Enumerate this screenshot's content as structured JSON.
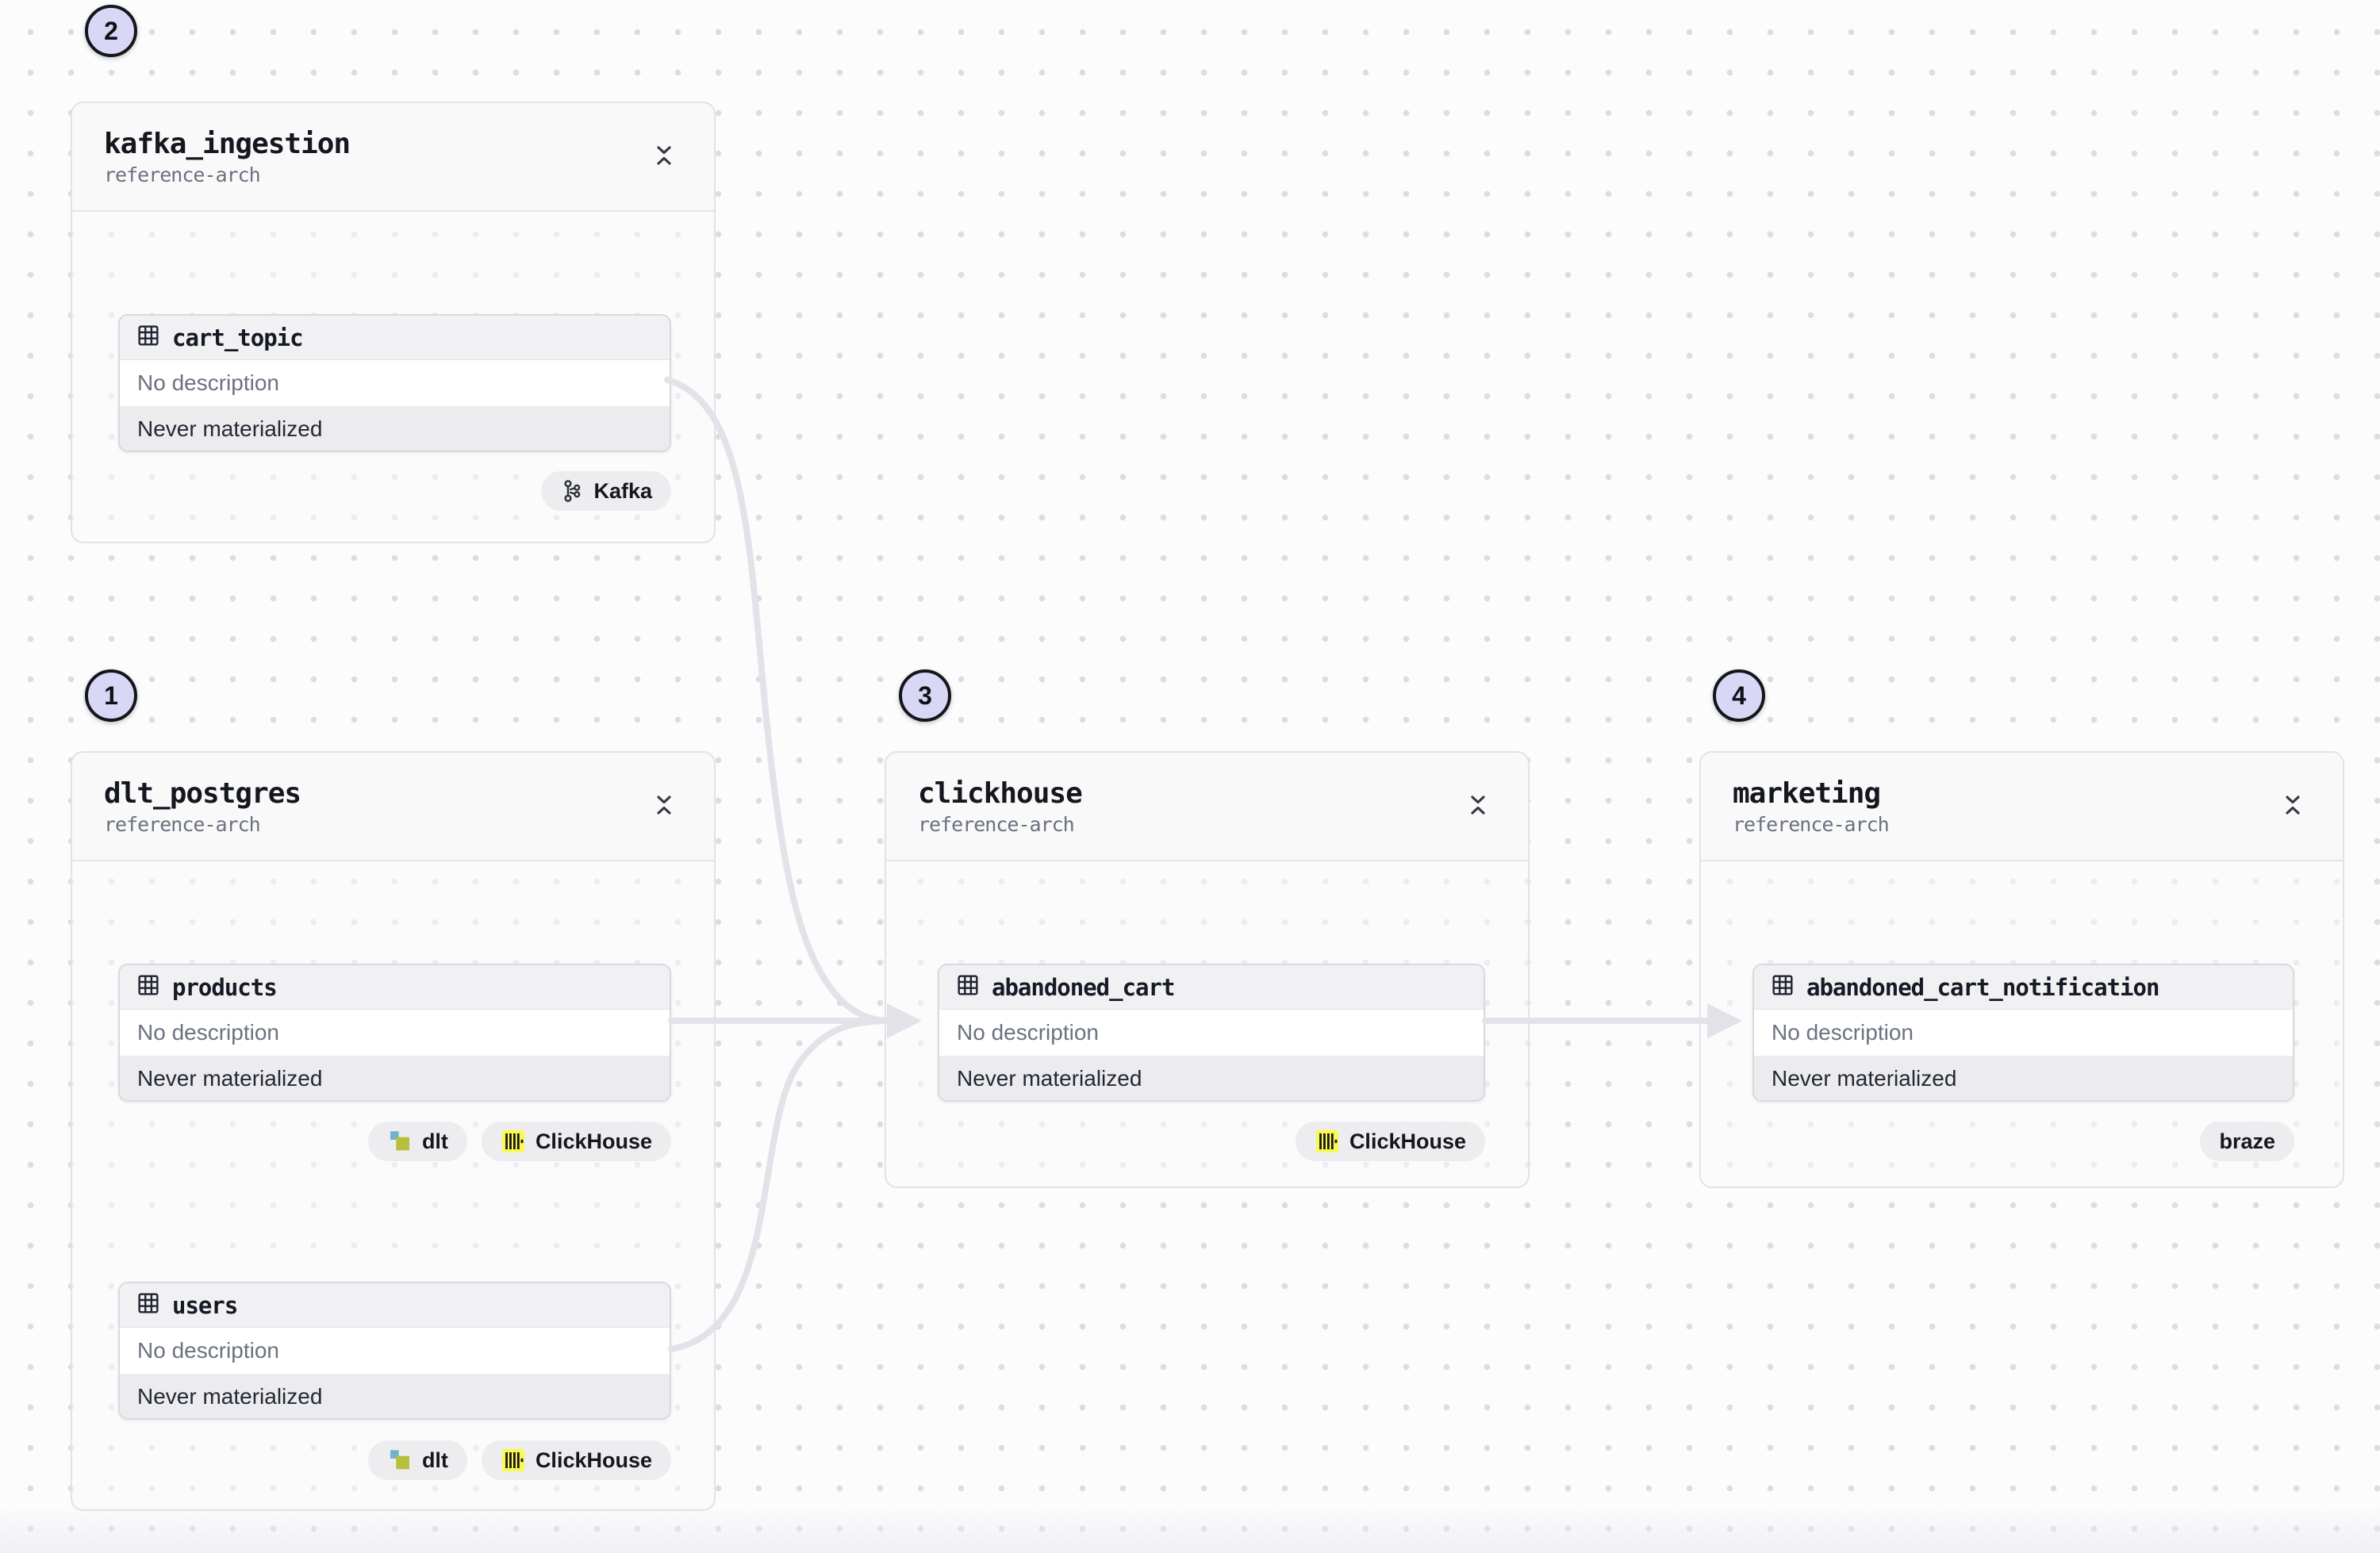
{
  "canvas": {
    "description": "asset lineage graph canvas",
    "background_dot_color": "#dcdce4",
    "edge_color": "#e2e2e9",
    "step_badge_color": "#d8d8f6"
  },
  "groups": [
    {
      "badge_number": "2",
      "title": "kafka_ingestion",
      "subtitle": "reference-arch",
      "collapse_icon": "collapse-vertical-icon",
      "assets": [
        {
          "name": "cart_topic",
          "icon": "table-icon",
          "description": "No description",
          "status": "Never materialized",
          "tags": [
            {
              "label": "Kafka",
              "icon": "kafka-icon"
            }
          ]
        }
      ]
    },
    {
      "badge_number": "1",
      "title": "dlt_postgres",
      "subtitle": "reference-arch",
      "collapse_icon": "collapse-vertical-icon",
      "assets": [
        {
          "name": "products",
          "icon": "table-icon",
          "description": "No description",
          "status": "Never materialized",
          "tags": [
            {
              "label": "dlt",
              "icon": "dlt-icon"
            },
            {
              "label": "ClickHouse",
              "icon": "clickhouse-icon"
            }
          ]
        },
        {
          "name": "users",
          "icon": "table-icon",
          "description": "No description",
          "status": "Never materialized",
          "tags": [
            {
              "label": "dlt",
              "icon": "dlt-icon"
            },
            {
              "label": "ClickHouse",
              "icon": "clickhouse-icon"
            }
          ]
        }
      ]
    },
    {
      "badge_number": "3",
      "title": "clickhouse",
      "subtitle": "reference-arch",
      "collapse_icon": "collapse-vertical-icon",
      "assets": [
        {
          "name": "abandoned_cart",
          "icon": "table-icon",
          "description": "No description",
          "status": "Never materialized",
          "tags": [
            {
              "label": "ClickHouse",
              "icon": "clickhouse-icon"
            }
          ]
        }
      ]
    },
    {
      "badge_number": "4",
      "title": "marketing",
      "subtitle": "reference-arch",
      "collapse_icon": "collapse-vertical-icon",
      "assets": [
        {
          "name": "abandoned_cart_notification",
          "icon": "table-icon",
          "description": "No description",
          "status": "Never materialized",
          "tags": [
            {
              "label": "braze",
              "icon": ""
            }
          ]
        }
      ]
    }
  ],
  "edges": [
    {
      "from": "cart_topic",
      "to": "abandoned_cart"
    },
    {
      "from": "products",
      "to": "abandoned_cart"
    },
    {
      "from": "users",
      "to": "abandoned_cart"
    },
    {
      "from": "abandoned_cart",
      "to": "abandoned_cart_notification"
    }
  ]
}
